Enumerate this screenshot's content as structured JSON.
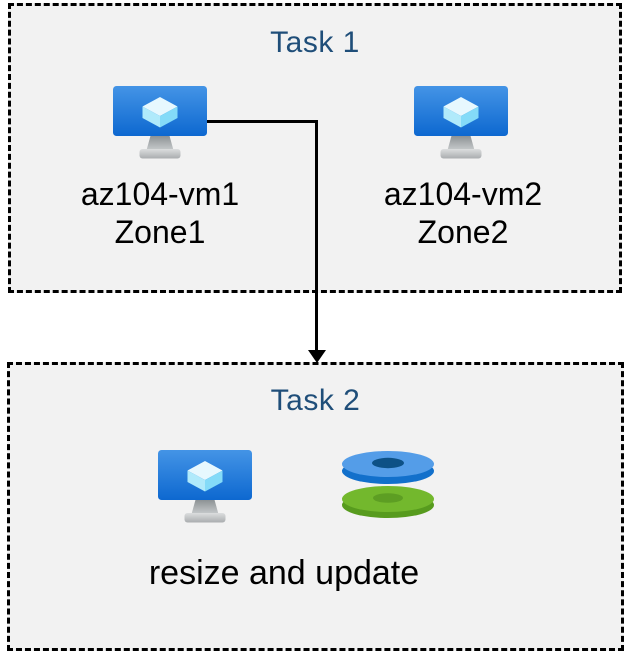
{
  "colors": {
    "page_background": "#ffffff",
    "panel_background": "#f2f2f2",
    "dashed_border": "#000000",
    "task_title": "#1f4e79",
    "label_text": "#000000",
    "arrow": "#000000",
    "vm_monitor_blue_top": "#4494e6",
    "vm_monitor_blue_bottom": "#0d68d0",
    "vm_cube_light": "#e7f8fe",
    "disk_blue": "#549de8",
    "disk_green": "#73b82d"
  },
  "task1": {
    "title": "Task 1",
    "vms": [
      {
        "name": "az104-vm1",
        "zone": "Zone1",
        "icon": "virtual-machine-icon"
      },
      {
        "name": "az104-vm2",
        "zone": "Zone2",
        "icon": "virtual-machine-icon"
      }
    ]
  },
  "task2": {
    "title": "Task 2",
    "icons": [
      "virtual-machine-icon",
      "disks-icon"
    ],
    "caption": "resize and update"
  },
  "connector": {
    "type": "elbow-arrow",
    "from": "az104-vm1",
    "to": "Task 2"
  }
}
